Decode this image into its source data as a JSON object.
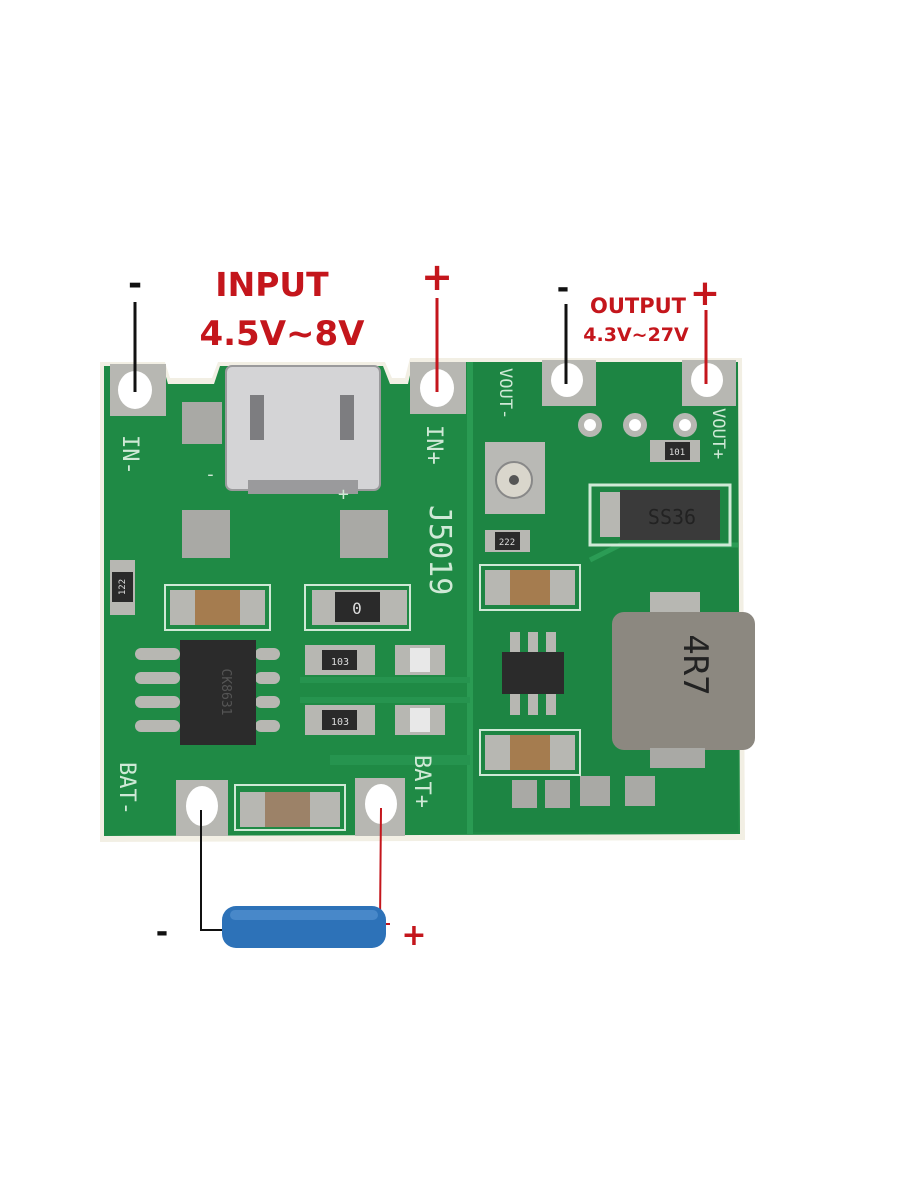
{
  "annotations": {
    "input_title": "INPUT",
    "input_range": "4.5V~8V",
    "input_minus": "-",
    "input_plus": "+",
    "output_title": "OUTPUT",
    "output_range": "4.3V~27V",
    "output_minus": "-",
    "output_plus": "+",
    "battery_minus": "-",
    "battery_plus": "+"
  },
  "silkscreen": {
    "in_minus": "IN-",
    "in_plus": "IN+",
    "board_id": "J5019",
    "vout_minus": "VOUT-",
    "vout_plus": "VOUT+",
    "bat_minus": "BAT-",
    "bat_plus": "BAT+",
    "usb_plus": "+",
    "usb_minus": "-"
  },
  "components": {
    "diode": "SS36",
    "inductor": "4R7",
    "resistor_222": "222",
    "resistor_101": "101",
    "resistor_122": "122",
    "resistor_0": "0",
    "resistor_103a": "103",
    "resistor_103b": "103",
    "ic_left": "CK8631"
  },
  "colors": {
    "annotation_red": "#c4161c",
    "pcb_green": "#1f8a45",
    "battery_blue": "#2d72b8"
  }
}
